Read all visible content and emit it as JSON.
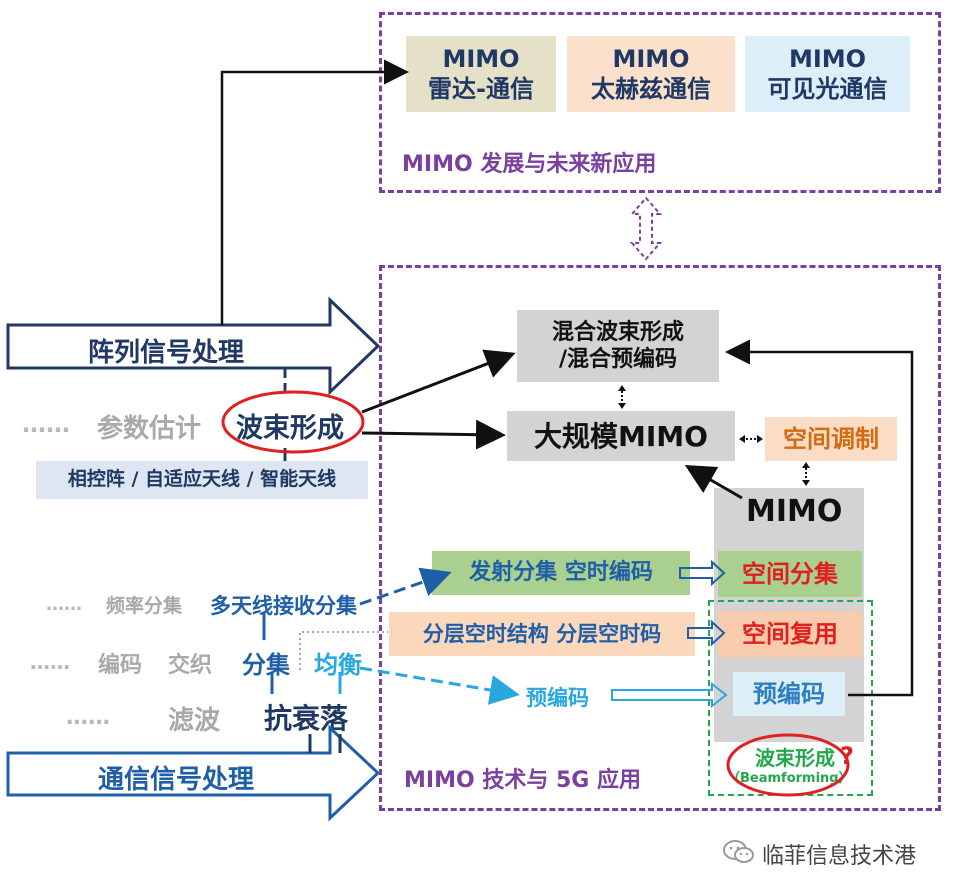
{
  "top_section": {
    "title": "MIMO 发展与未来新应用",
    "apps": [
      {
        "line1": "MIMO",
        "line2": "雷达-通信"
      },
      {
        "line1": "MIMO",
        "line2": "太赫兹通信"
      },
      {
        "line1": "MIMO",
        "line2": "可见光通信"
      }
    ]
  },
  "bottom_section": {
    "title": "MIMO 技术与 5G 应用",
    "hybrid_line1": "混合波束形成",
    "hybrid_line2": "/混合预编码",
    "massive_mimo": "大规模MIMO",
    "spatial_modulation": "空间调制",
    "mimo_column": {
      "header": "MIMO",
      "diversity": "空间分集",
      "multiplexing": "空间复用",
      "precoding": "预编码"
    },
    "beamforming": "波束形成",
    "beamforming_en": "（Beamforming）",
    "question_mark": "?"
  },
  "left_section": {
    "array_arrow": "阵列信号处理",
    "comm_arrow": "通信信号处理",
    "dots1": "……",
    "param_est": "参数估计",
    "beamforming_circle": "波束形成",
    "antenna_types": "相控阵 / 自适应天线 / 智能天线",
    "dots2": "……",
    "freq_div": "频率分集",
    "multi_rx": "多天线接收分集",
    "dots3": "……",
    "coding": "编码",
    "interleave": "交织",
    "diversity": "分集",
    "equalize": "均衡",
    "dots4": "……",
    "filtering": "滤波",
    "anti_fading": "抗衰落"
  },
  "middle_labels": {
    "tx_div": "发射分集  空时编码",
    "layered": "分层空时结构  分层空时码",
    "precode": "预编码"
  },
  "watermark": {
    "text": "临菲信息技术港",
    "icon": "wechat-icon"
  }
}
